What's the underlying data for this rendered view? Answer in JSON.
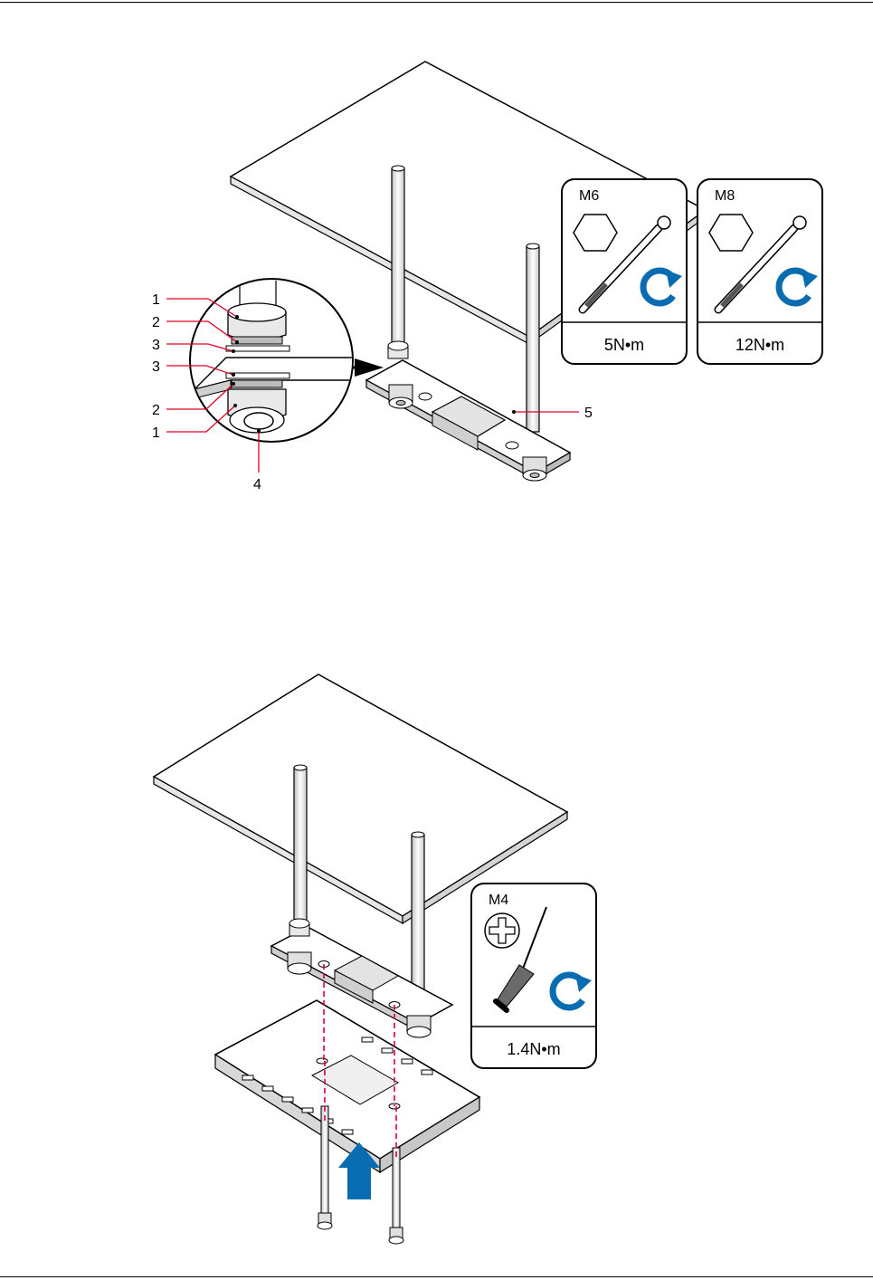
{
  "figure1": {
    "callouts": {
      "c1a": "1",
      "c2a": "2",
      "c3a": "3",
      "c3b": "3",
      "c2b": "2",
      "c1b": "1",
      "c4": "4",
      "c5": "5"
    },
    "tool_m6": {
      "size": "M6",
      "torque": "5N•m",
      "icon": "hex-nut-icon"
    },
    "tool_m8": {
      "size": "M8",
      "torque": "12N•m",
      "icon": "hex-nut-icon"
    }
  },
  "figure2": {
    "tool_m4": {
      "size": "M4",
      "torque": "1.4N•m",
      "icon": "phillips-screw-icon"
    }
  },
  "colors": {
    "callout_line": "#e0002a",
    "arrow_blue": "#0a6cb0",
    "outline": "#000000",
    "metal_fill": "#ffffff",
    "shade": "#d9d9d9"
  }
}
